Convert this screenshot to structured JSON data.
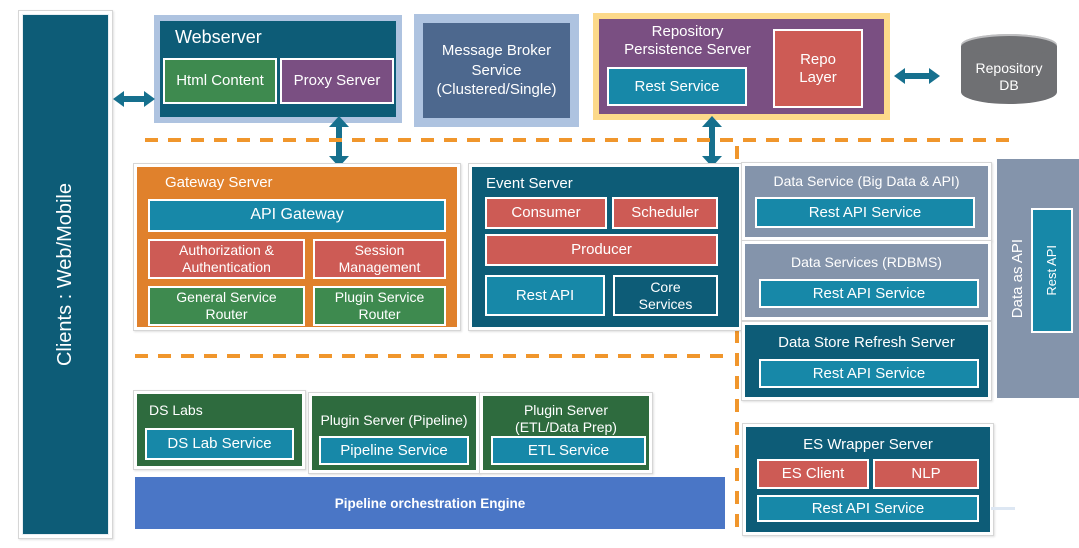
{
  "clients_bar": {
    "label": "Clients : Web/Mobile"
  },
  "top_row": {
    "webserver": {
      "title": "Webserver",
      "html_content": "Html Content",
      "proxy_server": "Proxy Server"
    },
    "message_broker": {
      "lines": [
        "Message Broker",
        "Service",
        "(Clustered/Single)"
      ]
    },
    "repo_persistence": {
      "title_lines": [
        "Repository",
        "Persistence Server"
      ],
      "rest_service": "Rest Service",
      "repo_layer_lines": [
        "Repo",
        "Layer"
      ]
    },
    "repository_db": {
      "lines": [
        "Repository",
        "DB"
      ]
    }
  },
  "middle_row": {
    "gateway_server": {
      "title": "Gateway Server",
      "api_gateway": "API Gateway",
      "auth_lines": [
        "Authorization &",
        "Authentication"
      ],
      "session_lines": [
        "Session",
        "Management"
      ],
      "general_router_lines": [
        "General Service",
        "Router"
      ],
      "plugin_router_lines": [
        "Plugin Service",
        "Router"
      ]
    },
    "event_server": {
      "title": "Event Server",
      "consumer": "Consumer",
      "scheduler": "Scheduler",
      "producer": "Producer",
      "rest_api": "Rest API",
      "core_services_lines": [
        "Core",
        "Services"
      ]
    }
  },
  "right_column": {
    "data_service_bigdata": {
      "title": "Data Service (Big Data & API)",
      "rest_api_service": "Rest API Service"
    },
    "data_services_rdbms": {
      "title": "Data Services (RDBMS)",
      "rest_api_service": "Rest API Service"
    },
    "data_store_refresh": {
      "title": "Data Store Refresh Server",
      "rest_api_service": "Rest API Service"
    },
    "es_wrapper": {
      "title": "ES Wrapper Server",
      "es_client": "ES Client",
      "nlp": "NLP",
      "rest_api_service": "Rest API Service"
    },
    "data_as_api": {
      "label": "Data as API",
      "rest_api": "Rest API"
    }
  },
  "bottom_row": {
    "ds_labs": {
      "title": "DS Labs",
      "service": "DS Lab Service"
    },
    "plugin_pipeline": {
      "title": "Plugin Server (Pipeline)",
      "service": "Pipeline Service"
    },
    "plugin_etl": {
      "title_lines": [
        "Plugin Server",
        "(ETL/Data Prep)"
      ],
      "service": "ETL Service"
    },
    "pipeline_engine": {
      "label": "Pipeline orchestration Engine"
    }
  },
  "colors": {
    "dark_teal": "#0d5c77",
    "teal": "#1788a8",
    "green": "#3e8a4f",
    "dark_green": "#2e6b3e",
    "purple": "#7a4f82",
    "red": "#cd5b55",
    "orange": "#e0812c",
    "slate": "#4d688e",
    "slate_light": "#8494ab",
    "blue": "#4a76c6",
    "yellow_border": "#fcd98a",
    "blue_border": "#aec3e0",
    "cylinder_gray": "#6f7073",
    "arrow_teal": "#16708e",
    "dashed_orange": "#f0962c"
  }
}
